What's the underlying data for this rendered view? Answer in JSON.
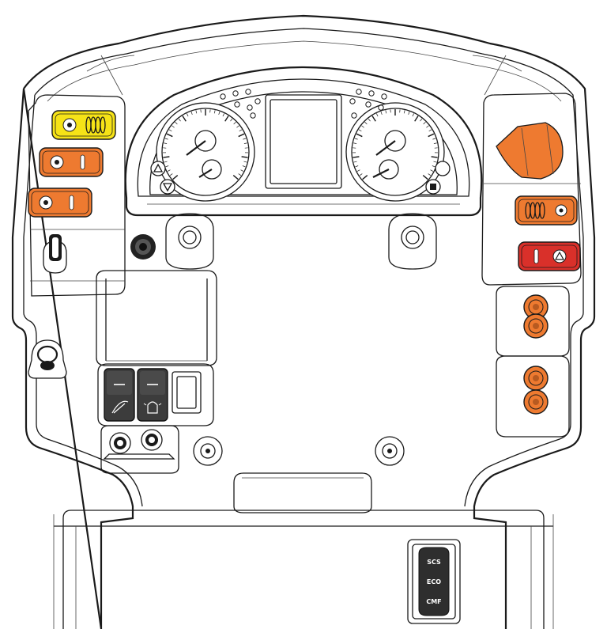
{
  "colors": {
    "yellow": "#F6E317",
    "orange": "#EE7A30",
    "red": "#D9302A",
    "dark_rocker": "#3C3C3C",
    "line": "#1A1A1A"
  },
  "drive_mode_switch": {
    "modes": [
      "SCS",
      "ECO",
      "CMF"
    ]
  },
  "left_panel": {
    "switches": [
      {
        "color": "yellow",
        "icon": "camera-icon"
      },
      {
        "color": "orange",
        "icon": "gear-icon"
      },
      {
        "color": "orange",
        "icon": "seat-icon"
      }
    ]
  },
  "right_panel": {
    "knob": {
      "color": "orange",
      "icon": "rotary-knob-icon"
    },
    "switches": [
      {
        "color": "orange",
        "icon": "parking-brake-icon"
      },
      {
        "color": "red",
        "icon": "hazard-triangle-icon"
      }
    ]
  },
  "center_rockers": [
    {
      "icon": "wiper-icon"
    },
    {
      "icon": "beacon-icon"
    }
  ]
}
